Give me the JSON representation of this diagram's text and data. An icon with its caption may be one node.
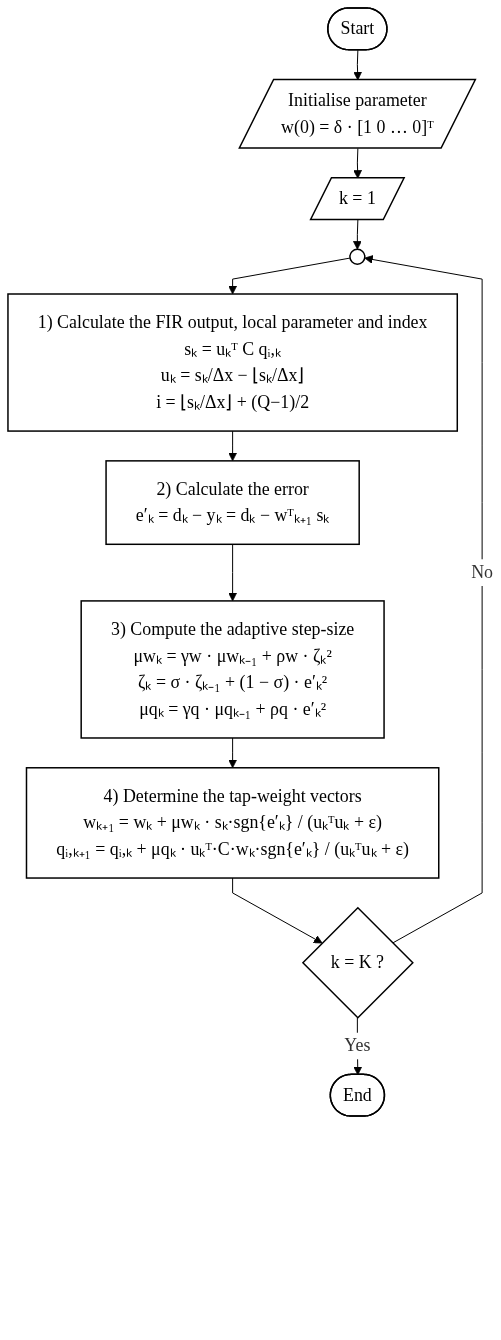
{
  "diagram": {
    "nodes": [
      {
        "text": [
          "Start"
        ]
      },
      {
        "text": [
          "Initialise parameter",
          "w(0) = δ · [1 0 … 0]ᵀ"
        ]
      },
      {
        "text": [
          "k = 1"
        ]
      },
      {
        "text": [],
        "shape": "circle"
      },
      {
        "text": [
          "1) Calculate the FIR output, local parameter and index",
          "sₖ = uₖᵀ C qᵢ,ₖ",
          "uₖ = sₖ/Δx − ⌊sₖ/Δx⌋",
          "i = ⌊sₖ/Δx⌋ + (Q−1)/2"
        ]
      },
      {
        "text": [
          "2) Calculate the error",
          "e′ₖ = dₖ − yₖ = dₖ − wᵀₖ₊₁ sₖ"
        ]
      },
      {
        "text": [
          "3) Compute the adaptive step-size",
          "μwₖ = γw · μwₖ₋₁ + ρw · ζₖ²",
          "ζₖ = σ · ζₖ₋₁ + (1 − σ) · e′ₖ²",
          "μqₖ = γq · μqₖ₋₁ + ρq · e′ₖ²"
        ]
      },
      {
        "text": [
          "4) Determine the tap-weight vectors",
          "wₖ₊₁ = wₖ + μwₖ · sₖ·sgn{e′ₖ} / (uₖᵀuₖ + ε)",
          "qᵢ,ₖ₊₁ = qᵢ,ₖ + μqₖ · uₖᵀ·C·wₖ·sgn{e′ₖ} / (uₖᵀuₖ + ε)"
        ]
      },
      {
        "text": [
          "k = K ?"
        ]
      },
      {
        "text": [
          "End"
        ]
      }
    ],
    "edges": [
      {
        "from": 0,
        "to": 1,
        "arrow": "to"
      },
      {
        "from": 1,
        "to": 2,
        "arrow": "to"
      },
      {
        "from": 2,
        "to": 3,
        "arrow": "to"
      },
      {
        "from": 3,
        "to": 4,
        "arrow": "to"
      },
      {
        "from": 4,
        "to": 5,
        "arrow": "to"
      },
      {
        "from": 5,
        "to": 6,
        "arrow": "to"
      },
      {
        "from": 6,
        "to": 7,
        "arrow": "to"
      },
      {
        "from": 7,
        "to": 8,
        "arrow": "to"
      },
      {
        "from": 8,
        "to": 9,
        "label": "Yes",
        "arrow": "to"
      },
      {
        "from": 8,
        "to": 3,
        "label": "No",
        "arrow": "to"
      }
    ]
  }
}
